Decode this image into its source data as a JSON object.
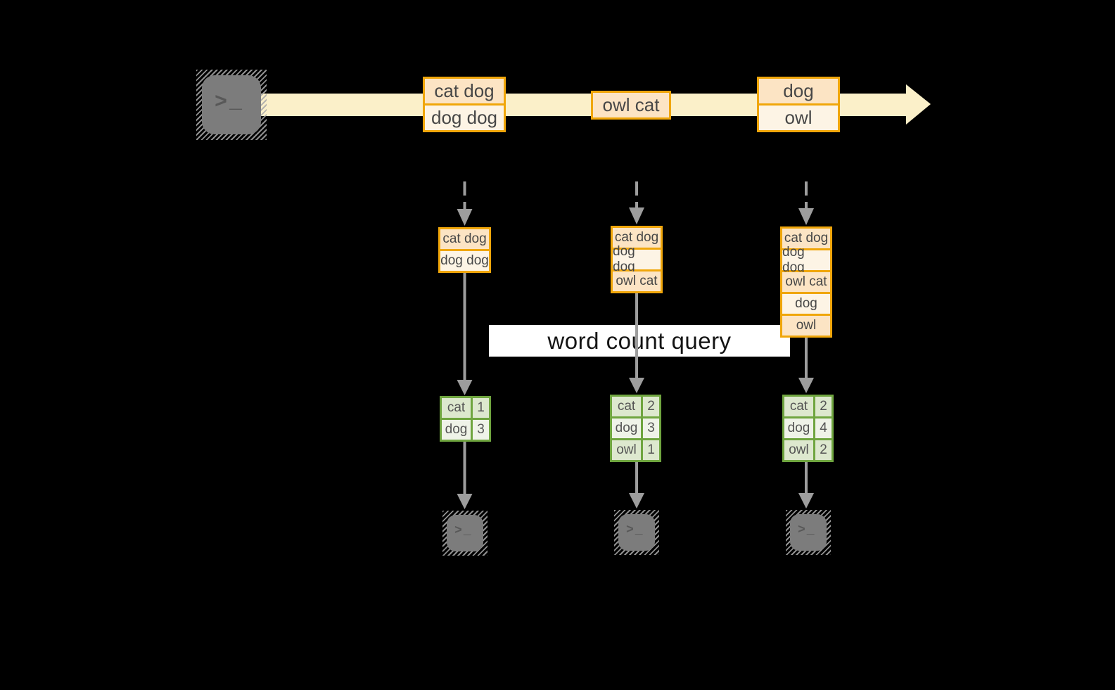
{
  "diagram": {
    "query_label": "word count query",
    "terminal_glyph": ">_",
    "colors": {
      "stream_band": "#fbf0c9",
      "record_border": "#f0a60a",
      "record_cell_dark": "#fce4c4",
      "record_cell_light": "#fdf4e5",
      "result_border": "#6fa53f",
      "result_cell_dark": "#dde8ce",
      "result_cell_light": "#eff3e8",
      "arrow_gray": "#9d9d9d",
      "terminal_gray": "#7c7c7c",
      "background": "#000000"
    }
  },
  "stream": {
    "batches": [
      {
        "lines": [
          "cat dog",
          "dog dog"
        ]
      },
      {
        "lines": [
          "owl cat"
        ]
      },
      {
        "lines": [
          "dog",
          "owl"
        ]
      }
    ]
  },
  "windows": [
    {
      "items": [
        "cat dog",
        "dog dog"
      ]
    },
    {
      "items": [
        "cat dog",
        "dog dog",
        "owl cat"
      ]
    },
    {
      "items": [
        "cat dog",
        "dog dog",
        "owl cat",
        "dog",
        "owl"
      ]
    }
  ],
  "results": [
    {
      "rows": [
        [
          "cat",
          "1"
        ],
        [
          "dog",
          "3"
        ]
      ]
    },
    {
      "rows": [
        [
          "cat",
          "2"
        ],
        [
          "dog",
          "3"
        ],
        [
          "owl",
          "1"
        ]
      ]
    },
    {
      "rows": [
        [
          "cat",
          "2"
        ],
        [
          "dog",
          "4"
        ],
        [
          "owl",
          "2"
        ]
      ]
    }
  ]
}
